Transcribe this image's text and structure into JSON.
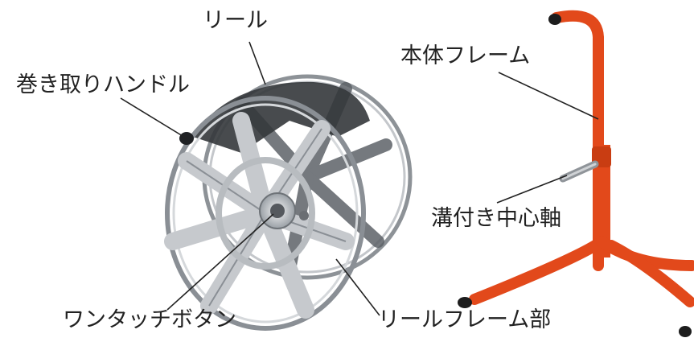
{
  "diagram": {
    "labels": {
      "reel": "リール",
      "winding_handle": "巻き取りハンドル",
      "main_frame": "本体フレーム",
      "grooved_center_shaft": "溝付き中心軸",
      "one_touch_button": "ワンタッチボタン",
      "reel_frame_part": "リールフレーム部"
    },
    "colors": {
      "frame_orange": "#e2491b",
      "frame_orange_dark": "#b8350f",
      "reel_metal": "#c9ccd0",
      "reel_metal_dark": "#7d8288",
      "handle_dark": "#2d2f33",
      "leader_line": "#222222",
      "label_text": "#222222"
    }
  }
}
